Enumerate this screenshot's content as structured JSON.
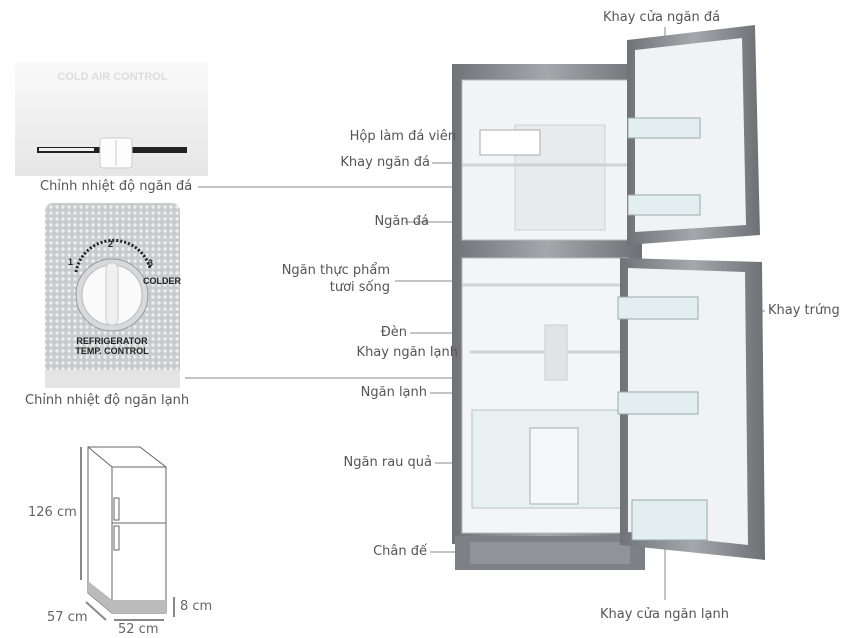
{
  "labels": {
    "freezer_door_tray": "Khay cửa ngăn đá",
    "ice_maker_box": "Hộp làm đá viên",
    "freezer_shelf": "Khay ngăn đá",
    "freezer_temp_control": "Chỉnh nhiệt độ ngăn đá",
    "freezer_compartment": "Ngăn đá",
    "fresh_food_line1": "Ngăn thực phẩm",
    "fresh_food_line2": "tươi sống",
    "light": "Đèn",
    "fridge_shelf": "Khay ngăn lạnh",
    "fridge_compartment": "Ngăn lạnh",
    "fridge_temp_control": "Chỉnh nhiệt độ ngăn lạnh",
    "vegetable_drawer": "Ngăn rau quả",
    "base": "Chân đế",
    "egg_tray": "Khay trứng",
    "fridge_door_tray": "Khay cửa ngăn lạnh"
  },
  "freezer_panel": {
    "title": "COLD AIR CONTROL"
  },
  "fridge_dial": {
    "marks": [
      "1",
      "2",
      "3"
    ],
    "colder": "COLDER",
    "caption_line1": "REFRIGERATOR",
    "caption_line2": "TEMP. CONTROL"
  },
  "dimensions": {
    "height": "126 cm",
    "depth": "57 cm",
    "width": "52 cm",
    "base_height": "8 cm"
  },
  "colors": {
    "body": "#8e9196",
    "interior": "#f4f5f6",
    "label": "#555555",
    "leader": "#888888"
  }
}
